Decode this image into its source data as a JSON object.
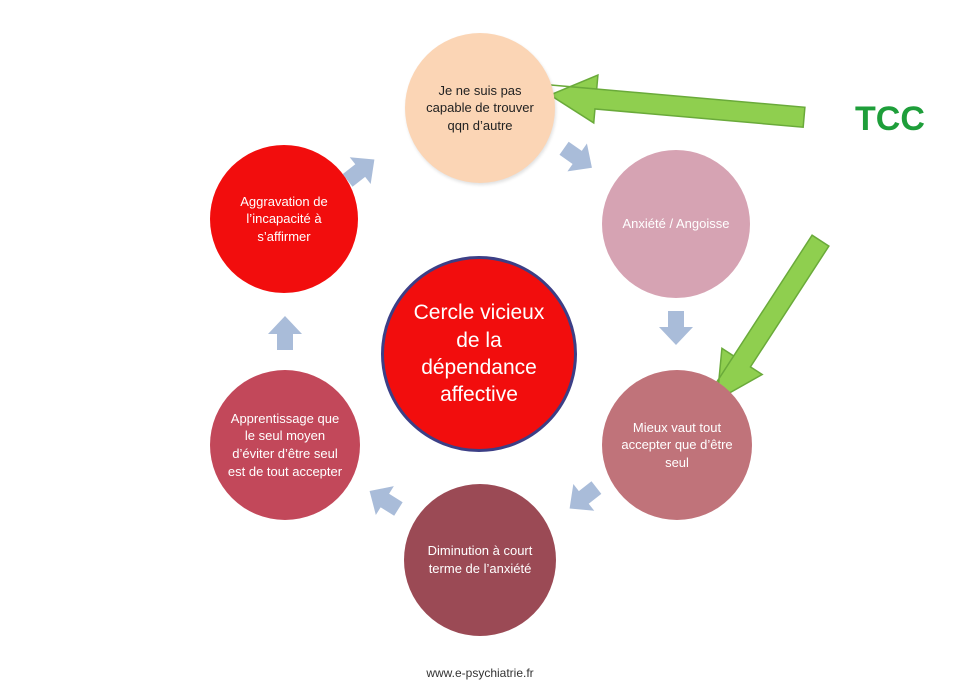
{
  "diagram": {
    "center": {
      "label": "Cercle vicieux de la dépendance affective",
      "color": "#f20d0d",
      "border_color": "#3c3f86"
    },
    "nodes": [
      {
        "id": "top",
        "label": "Je ne suis pas capable de trouver qqn d’autre",
        "color": "#fbd5b5"
      },
      {
        "id": "right-upper",
        "label": "Anxiété / Angoisse",
        "color": "#d6a3b3"
      },
      {
        "id": "right-lower",
        "label": "Mieux vaut tout accepter que d’être seul",
        "color": "#c0737a"
      },
      {
        "id": "bottom",
        "label": "Diminution à court terme de l’anxiété",
        "color": "#9b4a55"
      },
      {
        "id": "left-lower",
        "label": "Apprentissage que le seul moyen d’éviter d’être seul est de tout accepter",
        "color": "#c2485a"
      },
      {
        "id": "left-upper",
        "label": "Aggravation de l’incapacité à s’affirmer",
        "color": "#f20d0d"
      }
    ],
    "cycle_arrow_color": "#a9bcd9",
    "tcc": {
      "label": "TCC",
      "color": "#1e9e3a",
      "arrow_color": "#8fcf4f",
      "arrow_border": "#6aaa3a"
    }
  },
  "footer": {
    "url": "www.e-psychiatrie.fr"
  }
}
